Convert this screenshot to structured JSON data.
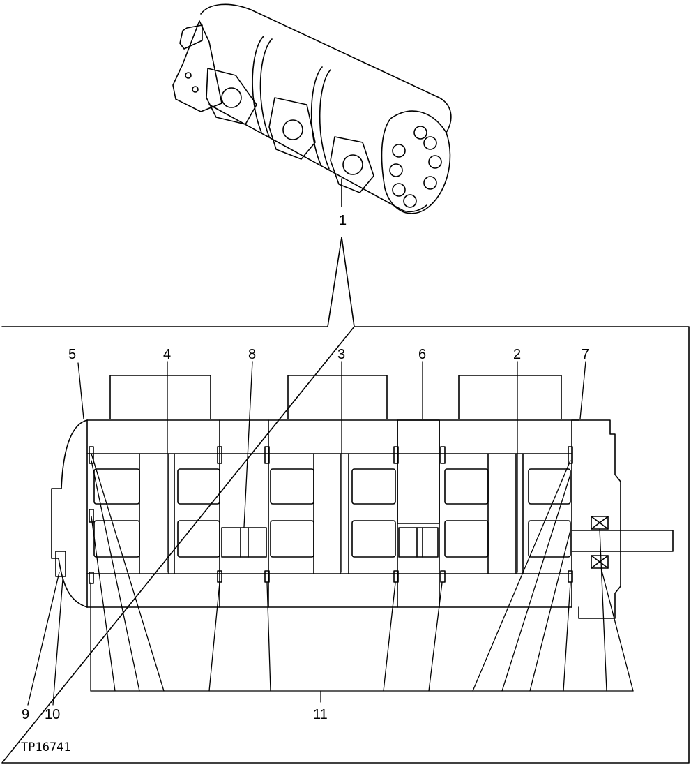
{
  "callouts": {
    "c1": "1",
    "c2": "2",
    "c3": "3",
    "c4": "4",
    "c5": "5",
    "c6": "6",
    "c7": "7",
    "c8": "8",
    "c9": "9",
    "c10": "10",
    "c11": "11"
  },
  "figure_id": "TP16741",
  "colors": {
    "ink": "#000000",
    "paper": "#ffffff"
  }
}
